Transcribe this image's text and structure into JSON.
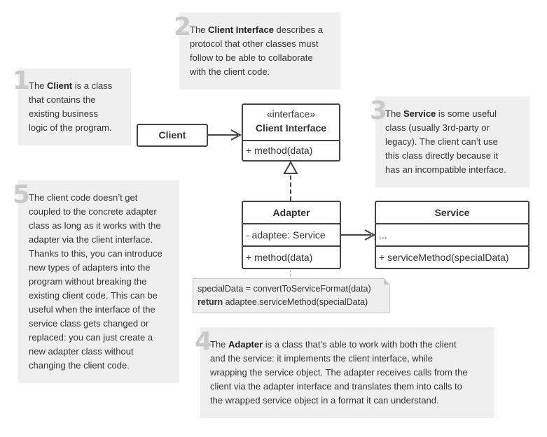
{
  "notes": [
    {
      "num": "1",
      "parts": [
        "The ",
        "Client",
        " is a class",
        "that contains the",
        "existing business",
        "logic of the program."
      ]
    },
    {
      "num": "2",
      "parts": [
        "The ",
        "Client Interface",
        " describes a",
        "protocol that other classes must",
        "follow to be able to collaborate",
        "with the client code."
      ]
    },
    {
      "num": "3",
      "parts": [
        "The ",
        "Service",
        " is some useful",
        "class (usually 3rd-party or",
        "legacy). The client can’t use",
        "this class directly because it",
        "has an incompatible interface."
      ]
    },
    {
      "num": "4",
      "parts": [
        "The ",
        "Adapter",
        " is a class that’s able to work with both the client",
        "and the service: it implements the client interface, while",
        "wrapping the service object. The adapter receives calls from the",
        "client via the adapter interface and translates them into calls to",
        "the wrapped service object in a format it can understand."
      ]
    },
    {
      "num": "5",
      "lines": [
        "The client code doesn’t get",
        "coupled to the concrete adapter",
        "class as long as it works with the",
        "adapter via the client interface.",
        "Thanks to this, you can introduce",
        "new types of adapters into the",
        "program without breaking the",
        "existing client code. This can be",
        "useful when the interface of the",
        "service class gets changed or",
        "replaced: you can just create a",
        "new adapter class without",
        "changing the client code."
      ]
    }
  ],
  "classes": {
    "client": {
      "name": "Client"
    },
    "client_interface": {
      "stereotype": "«interface»",
      "name": "Client Interface",
      "method": "+ method(data)"
    },
    "adapter": {
      "name": "Adapter",
      "field": "- adaptee: Service",
      "method": "+ method(data)"
    },
    "service": {
      "name": "Service",
      "field": "...",
      "method": "+ serviceMethod(specialData)"
    }
  },
  "code": {
    "line1": "specialData = convertToServiceFormat(data)",
    "keyword": "return",
    "line2_rest": " adaptee.serviceMethod(specialData)"
  }
}
